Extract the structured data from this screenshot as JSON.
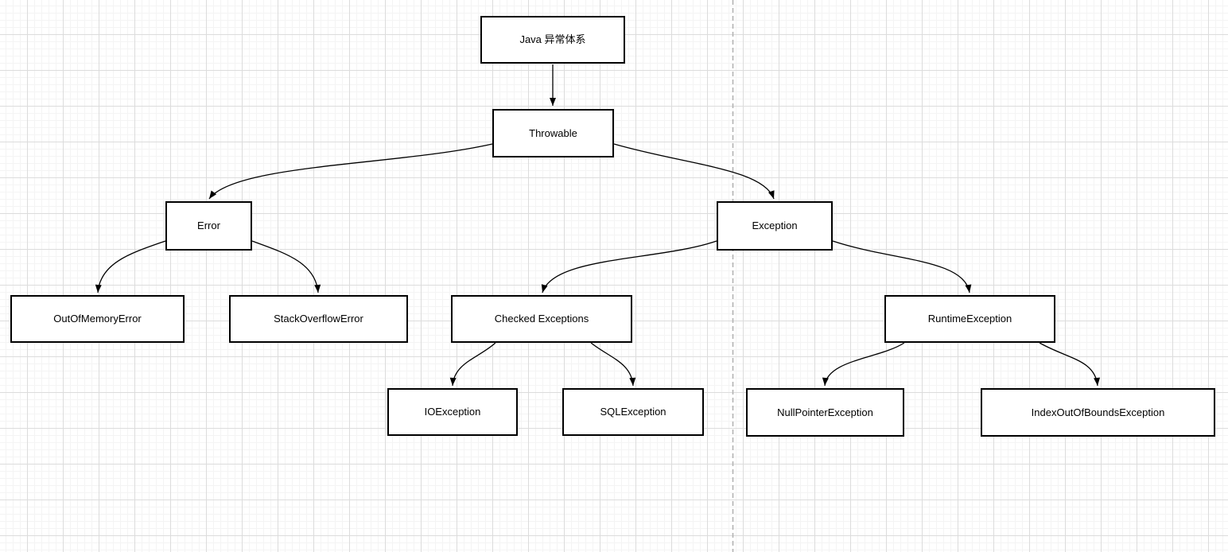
{
  "diagram": {
    "title": "Java 异常体系",
    "type": "tree-flowchart",
    "canvas": {
      "background_color": "#ffffff",
      "grid_minor_color": "#f4f4f4",
      "grid_major_color": "#dcdcdc",
      "page_divider_color": "#b3b3b3",
      "node_fill_color": "#ffffff",
      "node_border_color": "#000000",
      "edge_color": "#000000"
    }
  },
  "nodes": [
    {
      "id": "root",
      "label": "Java 异常体系"
    },
    {
      "id": "throwable",
      "label": "Throwable"
    },
    {
      "id": "error",
      "label": "Error"
    },
    {
      "id": "exception",
      "label": "Exception"
    },
    {
      "id": "out-of-memory-error",
      "label": "OutOfMemoryError"
    },
    {
      "id": "stack-overflow-error",
      "label": "StackOverflowError"
    },
    {
      "id": "checked-exceptions",
      "label": "Checked Exceptions"
    },
    {
      "id": "runtime-exception",
      "label": "RuntimeException"
    },
    {
      "id": "io-exception",
      "label": "IOException"
    },
    {
      "id": "sql-exception",
      "label": "SQLException"
    },
    {
      "id": "null-pointer-exception",
      "label": "NullPointerException"
    },
    {
      "id": "index-out-of-bounds-exception",
      "label": "IndexOutOfBoundsException"
    }
  ],
  "edges": [
    {
      "from": "root",
      "to": "throwable"
    },
    {
      "from": "throwable",
      "to": "error"
    },
    {
      "from": "throwable",
      "to": "exception"
    },
    {
      "from": "error",
      "to": "out-of-memory-error"
    },
    {
      "from": "error",
      "to": "stack-overflow-error"
    },
    {
      "from": "exception",
      "to": "checked-exceptions"
    },
    {
      "from": "exception",
      "to": "runtime-exception"
    },
    {
      "from": "checked-exceptions",
      "to": "io-exception"
    },
    {
      "from": "checked-exceptions",
      "to": "sql-exception"
    },
    {
      "from": "runtime-exception",
      "to": "null-pointer-exception"
    },
    {
      "from": "runtime-exception",
      "to": "index-out-of-bounds-exception"
    }
  ]
}
